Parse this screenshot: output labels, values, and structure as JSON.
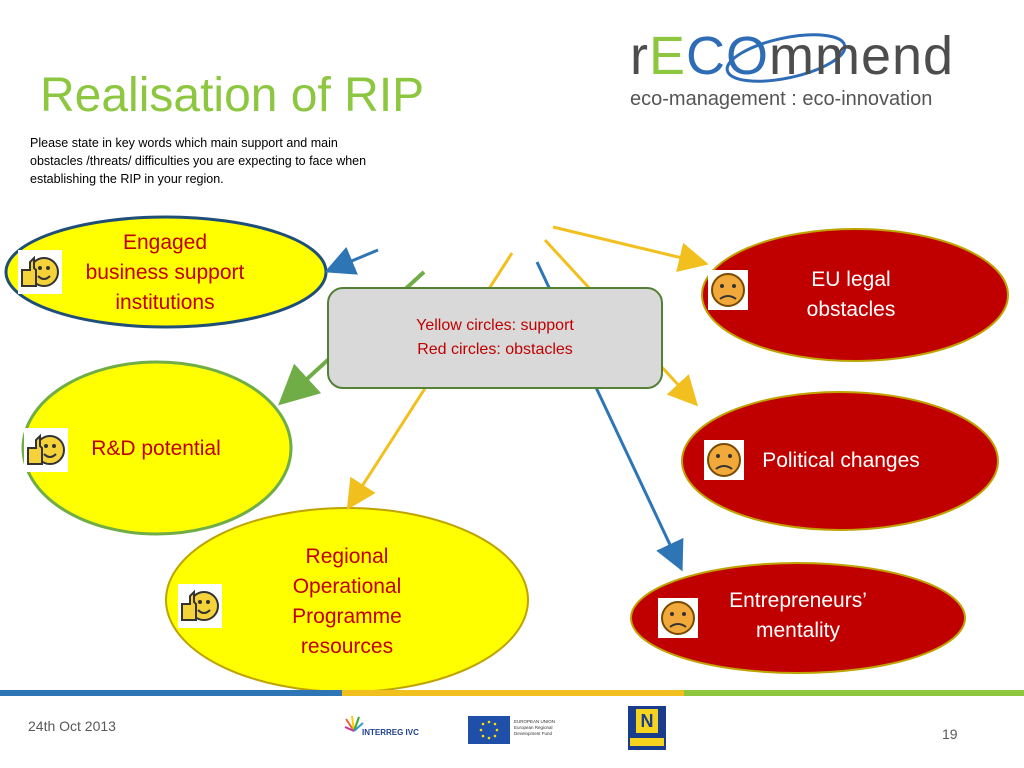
{
  "title": "Realisation of RIP",
  "instructions": "Please state in key words which main support and main obstacles /threats/ difficulties you are expecting to face when establishing the RIP in your region.",
  "logo": {
    "prefix": "r",
    "green": "E",
    "blue": "CO",
    "suffix": "mmend",
    "tagline": "eco-management : eco-innovation"
  },
  "legend": {
    "line1": "Yellow circles: support",
    "line2": "Red circles: obstacles"
  },
  "supports": {
    "engaged": [
      "Engaged",
      "business support",
      "institutions"
    ],
    "rd": "R&D potential",
    "rop": [
      "Regional",
      "Operational",
      "Programme",
      "resources"
    ]
  },
  "obstacles": {
    "eu": [
      "EU legal",
      "obstacles"
    ],
    "political": "Political changes",
    "entrepreneurs": [
      "Entrepreneurs’",
      "mentality"
    ]
  },
  "footer": {
    "date": "24th Oct 2013",
    "page": "19",
    "interreg": "INTERREG IVC",
    "eu_text": "EUROPEAN UNION European Regional Development Fund"
  },
  "colors": {
    "title_green": "#8dc63f",
    "yellow_fill": "#ffff00",
    "red_fill": "#c00000",
    "legend_fill": "#d9d9d9"
  }
}
